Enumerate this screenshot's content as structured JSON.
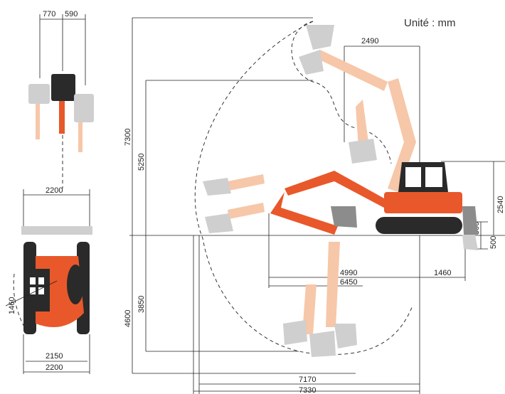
{
  "unit_label": "Unité : mm",
  "side_view": {
    "reach_ground": "7170",
    "reach_max": "7330",
    "dig_depth_max": "4600",
    "dig_depth_vertical": "3850",
    "height_dump": "5250",
    "height_max": "7300",
    "min_swing_radius": "2490",
    "blade_reach": "4990",
    "transport_length": "6450",
    "tail_length": "1460",
    "cab_height": "2540",
    "blade_up": "500",
    "blade_down": "500"
  },
  "top_view": {
    "boom_offset_left": "770",
    "boom_offset_right": "590"
  },
  "front_view": {
    "blade_width_top": "2200",
    "track_width": "2150",
    "blade_width_bottom": "2200",
    "tail_swing_radius": "1460"
  },
  "colors": {
    "machine": "#e8582a",
    "machine_ghost": "#f6c7a8",
    "attachment": "#8c8c8c"
  }
}
